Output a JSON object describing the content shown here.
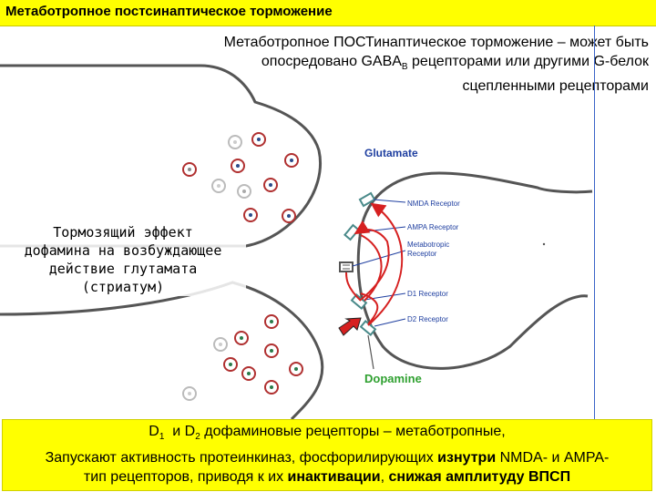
{
  "title": "Метаботропное постсинаптическое торможение",
  "description": {
    "line1_a": "Метаботропное ",
    "line1_caps": "ПОСТ",
    "line1_b": "инаптическое торможение – может быть",
    "line2_a": "опосредовано GABA",
    "line2_sub": "B",
    "line2_b": " рецепторами или другими G-белок",
    "line3": "сцепленными рецепторами"
  },
  "caption": {
    "line1": "Тормозящий эффект",
    "line2": "дофамина на возбуждающее",
    "line3": "действие глутамата",
    "line4": "(стриатум)"
  },
  "diagram": {
    "glutamate_label": "Glutamate",
    "dopamine_label": "Dopamine",
    "receptors": {
      "nmda": "NMDA Receptor",
      "ampa": "AMPA Receptor",
      "metabotropic_1": "Metabotropic",
      "metabotropic_2": "Receptor",
      "d1": "D1 Receptor",
      "d2": "D2 Receptor"
    },
    "colors": {
      "outline": "#555555",
      "vesicle_red": "#b03030",
      "vesicle_dopamine": "#2a7a4a",
      "arrow_red": "#d62020",
      "label_blue": "#1f3fa0",
      "dopamine_green": "#2fa030",
      "receptor_teal": "#4a8a8a"
    }
  },
  "bottom": {
    "line1_a": "D",
    "line1_sub1": "1",
    "line1_b": "  и D",
    "line1_sub2": "2",
    "line1_c": " дофаминовые рецепторы – метаботропные,",
    "line2_a": "Запускают активность протеинкиназ, фосфорилирующих ",
    "line2_bold1": "изнутри",
    "line2_b": " NMDA- и AMPA-",
    "line3_a": "тип рецепторов, приводя к их ",
    "line3_bold1": "инактивации",
    "line3_b": ", ",
    "line3_bold2": "снижая амплитуду ВПСП"
  }
}
